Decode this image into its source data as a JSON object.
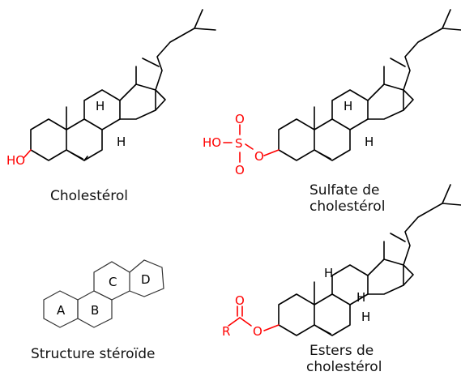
{
  "structures": [
    {
      "caption_lines": [
        "Cholestérol"
      ],
      "atoms": {
        "hydroxyl": "HO",
        "h1": "H",
        "h2": "H"
      }
    },
    {
      "caption_lines": [
        "Sulfate de",
        "cholestérol"
      ],
      "atoms": {
        "ho": "HO",
        "s": "S",
        "o_top": "O",
        "o_bottom": "O",
        "o_ester": "O",
        "h1": "H",
        "h2": "H"
      }
    },
    {
      "caption_lines": [
        "Structure stéroïde"
      ],
      "rings": [
        "A",
        "B",
        "C",
        "D"
      ]
    },
    {
      "caption_lines": [
        "Esters de",
        "cholestérol"
      ],
      "atoms": {
        "r": "R",
        "o_carbonyl": "O",
        "o_ester": "O",
        "h1": "H",
        "h2": "H",
        "h3": "H"
      }
    }
  ],
  "colors": {
    "highlight": "#ff0000",
    "skeleton": "#000000"
  }
}
